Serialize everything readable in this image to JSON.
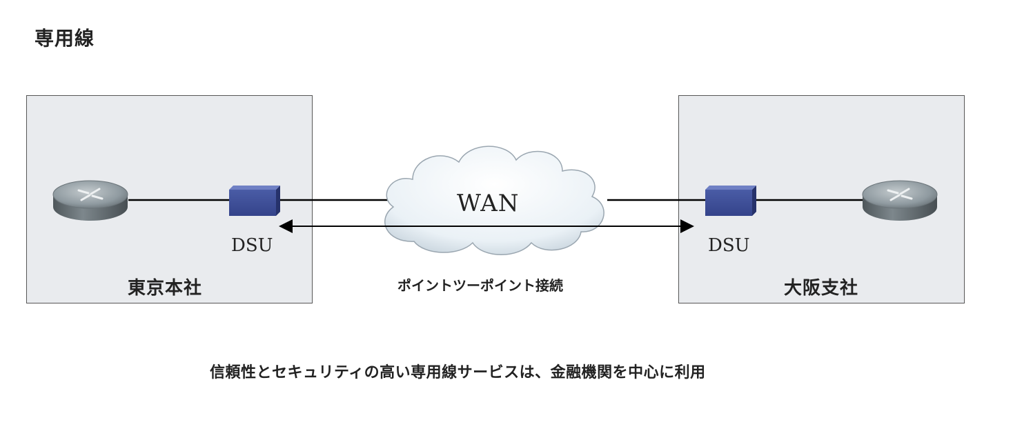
{
  "title": "専用線",
  "sites": {
    "tokyo": {
      "label": "東京本社",
      "device_label": "DSU"
    },
    "osaka": {
      "label": "大阪支社",
      "device_label": "DSU"
    }
  },
  "wan": {
    "label": "WAN"
  },
  "connection": {
    "label": "ポイントツーポイント接続"
  },
  "caption": "信頼性とセキュリティの高い専用線サービスは、金融機関を中心に利用",
  "icons": {
    "router": "router-icon",
    "dsu": "dsu-device-icon",
    "cloud": "cloud-icon"
  },
  "colors": {
    "site_background": "#e9ebee",
    "dsu": "#3e4f96",
    "router": "#8f9aa0",
    "cloud": "#e6eef5"
  }
}
